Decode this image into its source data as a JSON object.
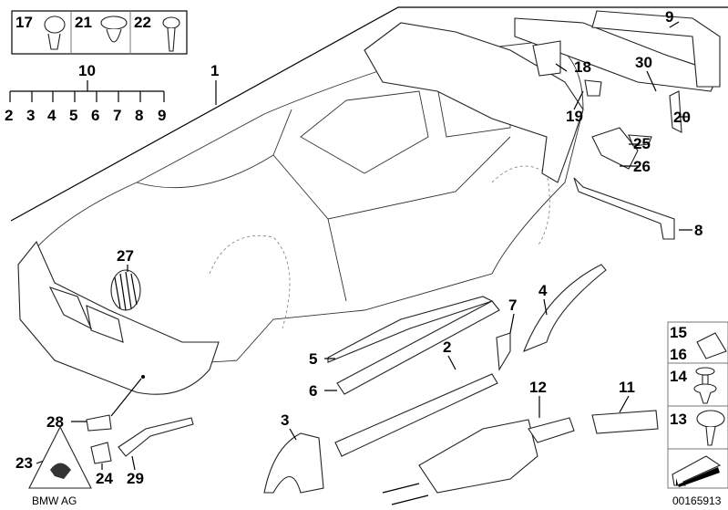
{
  "diagram": {
    "drawing_number": "00165913",
    "brand_mark": "BMW AG",
    "hardware_box_top": [
      "17",
      "21",
      "22"
    ],
    "hardware_box_right": [
      "15",
      "16",
      "14",
      "13"
    ],
    "kit_label": "10",
    "kit_items": [
      "2",
      "3",
      "4",
      "5",
      "6",
      "7",
      "8",
      "9"
    ],
    "callouts": {
      "c1": "1",
      "c2": "2",
      "c3": "3",
      "c4": "4",
      "c5": "5",
      "c6": "6",
      "c7": "7",
      "c8": "8",
      "c9": "9",
      "c11": "11",
      "c12": "12",
      "c18": "18",
      "c19": "19",
      "c20": "20",
      "c23": "23",
      "c24": "24",
      "c25": "25",
      "c26": "26",
      "c27": "27",
      "c28": "28",
      "c29": "29",
      "c30": "30"
    },
    "icons": [
      "parts-box",
      "direction-arrow-icon",
      "warning-triangle-icon"
    ]
  }
}
